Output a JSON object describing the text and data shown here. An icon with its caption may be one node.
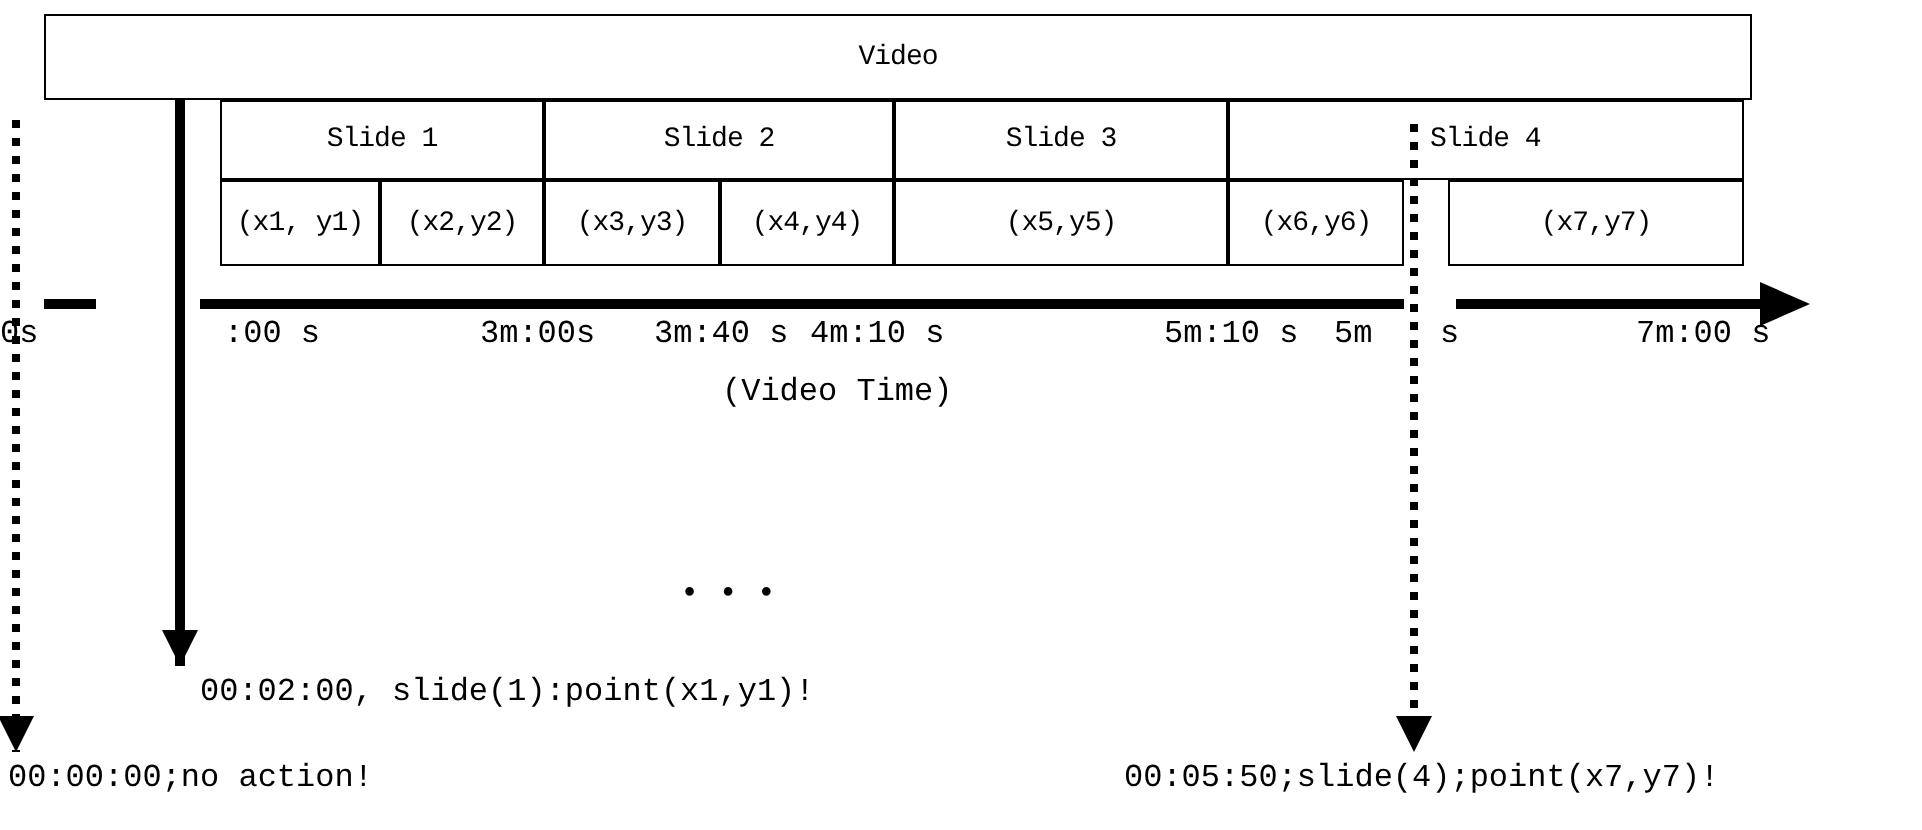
{
  "diagram": {
    "nodes": [
      {
        "text": [
          "Video"
        ]
      },
      {
        "text": [
          "Slide 1"
        ]
      },
      {
        "text": [
          "Slide 2"
        ]
      },
      {
        "text": [
          "Slide 3"
        ]
      },
      {
        "text": [
          "Slide 4"
        ]
      },
      {
        "text": [
          "(x1, y1)"
        ]
      },
      {
        "text": [
          "(x2,y2)"
        ]
      },
      {
        "text": [
          "(x3,y3)"
        ]
      },
      {
        "text": [
          "(x4,y4)"
        ]
      },
      {
        "text": [
          "(x5,y5)"
        ]
      },
      {
        "text": [
          "(x6,y6)"
        ]
      },
      {
        "text": [
          "(x7,y7)"
        ]
      },
      {
        "text": [
          "00:02:00, slide(1):point(x1,y1)!"
        ]
      },
      {
        "text": [
          "00:00:00;no action!"
        ]
      },
      {
        "text": [
          "00:05:50;slide(4);point(x7,y7)!"
        ]
      }
    ],
    "edges": [
      {
        "from": null,
        "to": 13,
        "arrow": "to",
        "style": "dashed"
      },
      {
        "from": 0,
        "to": 12,
        "arrow": "to"
      },
      {
        "from": 4,
        "to": 14,
        "arrow": "to",
        "style": "dashed"
      }
    ],
    "labels": [
      "0s",
      ":00 s",
      "3m:00s",
      "3m:40 s",
      "4m:10 s",
      "5m:10 s",
      "5m",
      "s",
      "7m:00 s",
      "(Video Time)",
      "• • •"
    ]
  }
}
